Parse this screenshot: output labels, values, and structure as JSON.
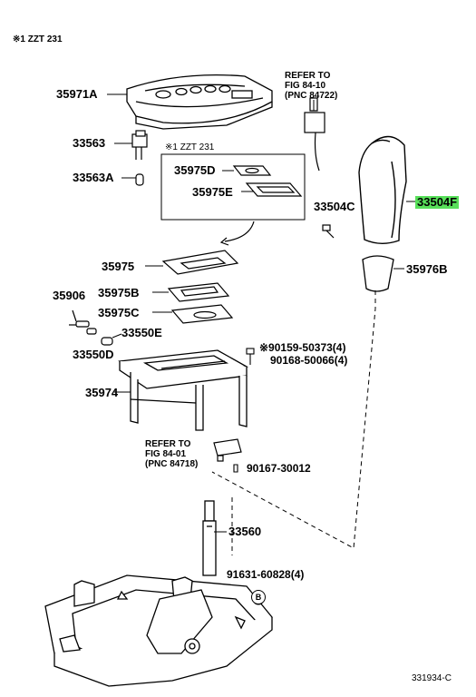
{
  "note_top": "※1 ZZT 231",
  "note_inset": "※1 ZZT 231",
  "ref_upper": [
    "REFER TO",
    "FIG 84-10",
    "(PNC 84722)"
  ],
  "ref_lower": [
    "REFER TO",
    "FIG 84-01",
    "(PNC 84718)"
  ],
  "labels": {
    "p35971A": "35971A",
    "p33563": "33563",
    "p33563A": "33563A",
    "p35975D": "35975D",
    "p35975E": "35975E",
    "p33504C": "33504C",
    "p33504F": "33504F",
    "p35976B": "35976B",
    "p35975": "35975",
    "p35906": "35906",
    "p35975B": "35975B",
    "p35975C": "35975C",
    "p33550E": "33550E",
    "p33550D": "33550D",
    "p90159": "※90159-50373(4)",
    "p90168": "90168-50066(4)",
    "p35974": "35974",
    "p90167": "90167-30012",
    "p33560": "33560",
    "p91631": "91631-60828(4)",
    "pB": "B",
    "diagram_id": "331934-C"
  },
  "highlight_color": "#58e05a"
}
